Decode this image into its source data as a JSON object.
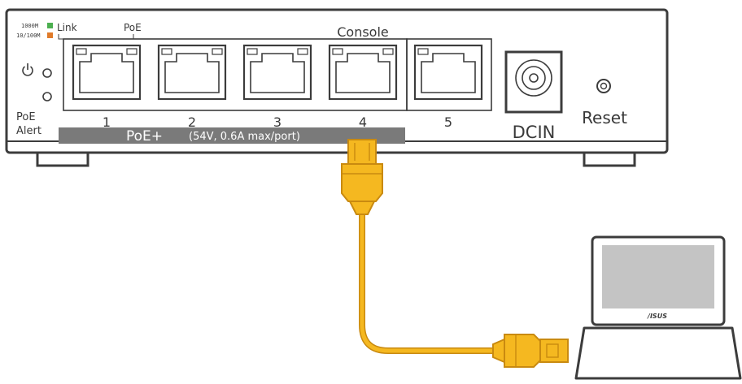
{
  "legend": {
    "speed_1000": "1000M",
    "speed_10_100": "10/100M",
    "link": "Link",
    "poe": "PoE",
    "color_1000": "#4caf50",
    "color_10_100": "#e07b2a"
  },
  "console_label": "Console",
  "ports": [
    {
      "number": "1"
    },
    {
      "number": "2"
    },
    {
      "number": "3"
    },
    {
      "number": "4"
    },
    {
      "number": "5"
    }
  ],
  "poe_alert": {
    "line1": "PoE",
    "line2": "Alert"
  },
  "poe_band": {
    "main": "PoE+",
    "spec": "(54V, 0.6A max/port)"
  },
  "dc_in": "DCIN",
  "reset": "Reset",
  "laptop": {
    "logo": "/ISUS"
  },
  "colors": {
    "cable": "#f5b820",
    "cable_dark": "#c98a10",
    "chassis": "#3c3c3c",
    "band": "#7a7a7a"
  }
}
